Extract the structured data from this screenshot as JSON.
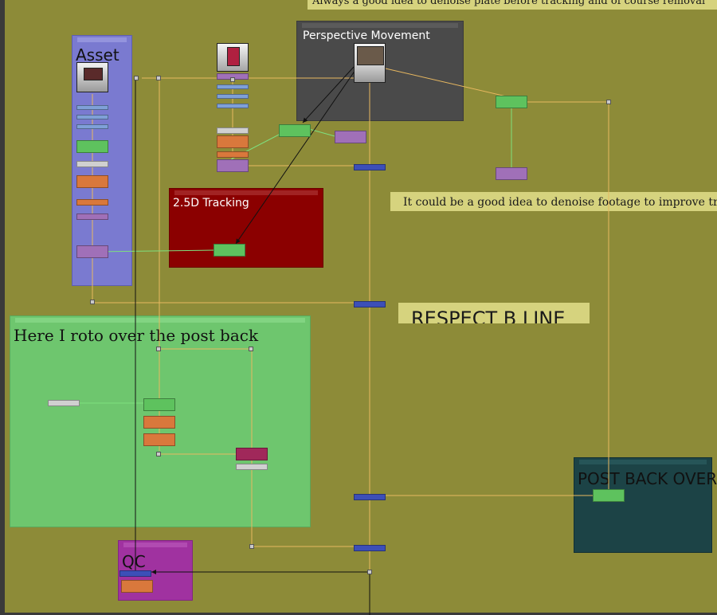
{
  "stickies": {
    "top_note": "Always a good idea to denoise plate before tracking and of course removal",
    "denoise_note": "It could be a good idea to denoise footage to improve track",
    "respect_line": "RESPECT B LINE"
  },
  "backdrops": {
    "asset": "Asset",
    "perspective": "Perspective Movement",
    "tracking": "2.5D Tracking",
    "roto": "Here I roto over the post back",
    "qc": "QC",
    "post_back": "POST BACK OVER"
  },
  "colors": {
    "canvas": "#8d8b38",
    "asset_backdrop": "#7a7ad0",
    "perspective_backdrop": "#4a4a4a",
    "tracking_backdrop": "#8b0000",
    "roto_backdrop": "#6ec66e",
    "qc_backdrop": "#a032a0",
    "post_back_backdrop": "#1c4346",
    "merge_node": "#3c4fb8",
    "grade_node": "#d9783c",
    "transform_node": "#a070b8",
    "track_node": "#5ec25e",
    "wire_orange": "#e8b860",
    "wire_green": "#7ee07e",
    "wire_black": "#111111"
  },
  "icons": [
    "read-node-thumbnail",
    "pipe-dot"
  ]
}
